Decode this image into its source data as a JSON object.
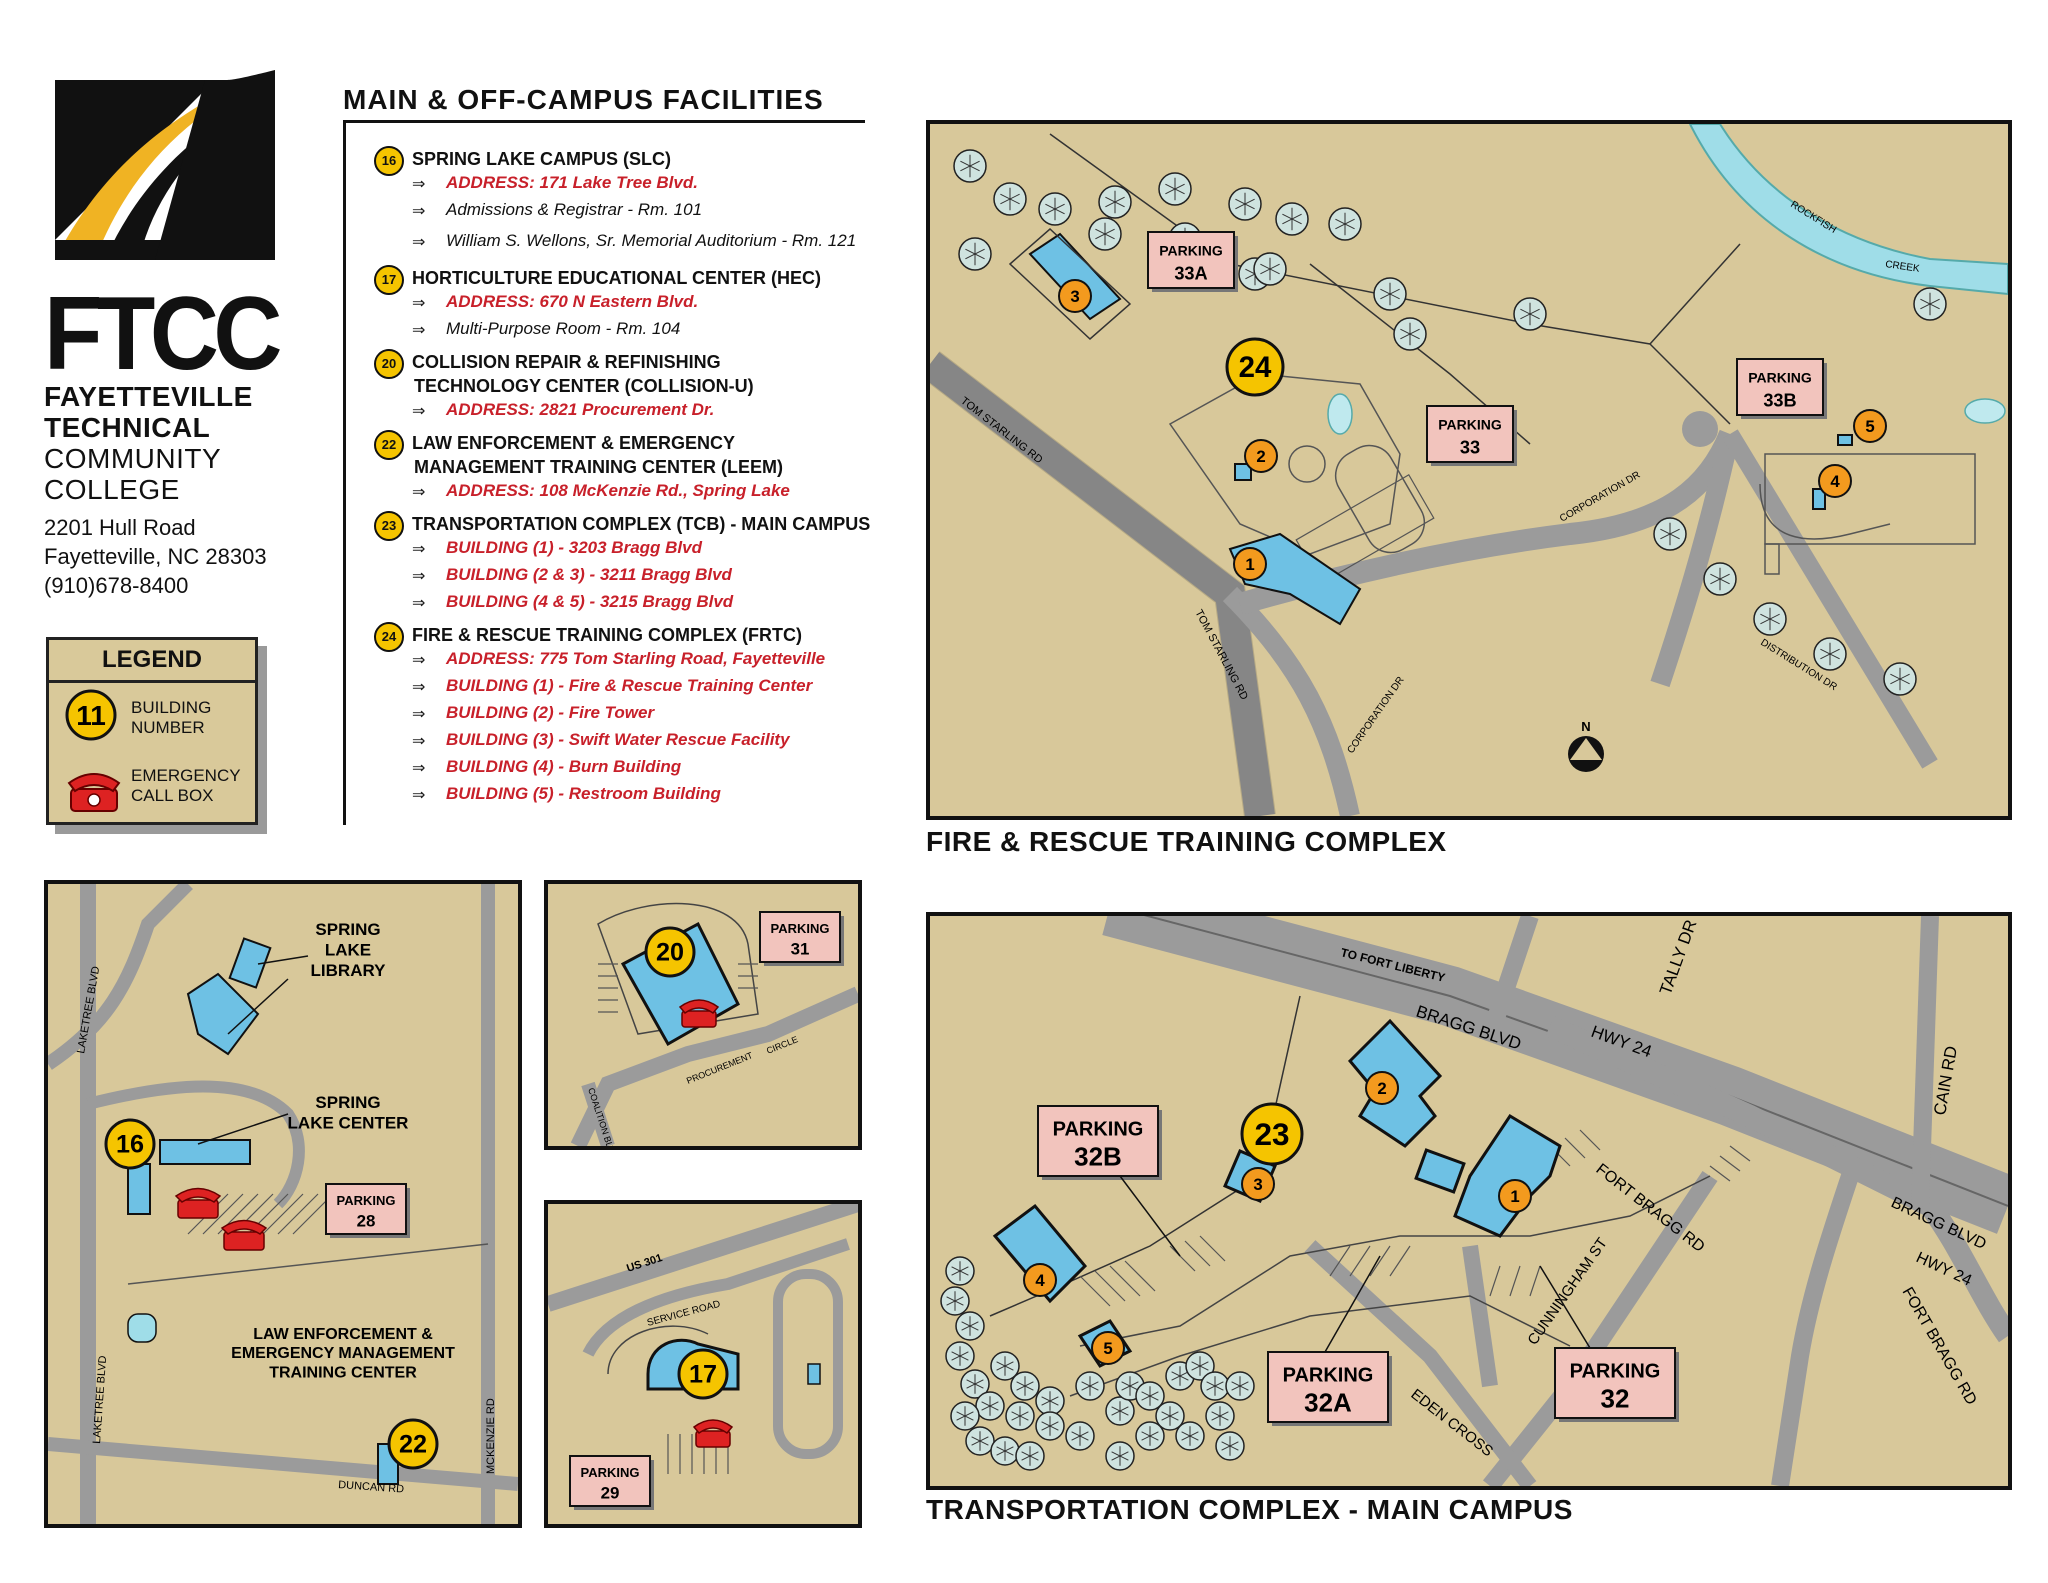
{
  "logo": {
    "abbr": "FTCC",
    "line1": "FAYETTEVILLE",
    "line2": "TECHNICAL",
    "line3": "COMMUNITY",
    "line4": "COLLEGE",
    "address1": "2201 Hull Road",
    "address2": "Fayetteville, NC 28303",
    "phone": "(910)678-8400",
    "colors": {
      "black": "#111111",
      "gold": "#f0b323"
    }
  },
  "legend": {
    "title": "LEGEND",
    "building_badge": "11",
    "building_label_1": "BUILDING",
    "building_label_2": "NUMBER",
    "callbox_label_1": "EMERGENCY",
    "callbox_label_2": "CALL BOX",
    "callbox_icon": "phone-icon"
  },
  "facilities": {
    "title": "MAIN & OFF-CAMPUS FACILITIES",
    "items": [
      {
        "num": "16",
        "name": "SPRING LAKE CAMPUS (SLC)",
        "details": [
          {
            "text": "ADDRESS: 171 Lake Tree Blvd.",
            "style": "red"
          },
          {
            "text": "Admissions & Registrar - Rm. 101",
            "style": "plain"
          },
          {
            "text": "William S. Wellons, Sr. Memorial Auditorium - Rm. 121",
            "style": "plain"
          }
        ]
      },
      {
        "num": "17",
        "name": "HORTICULTURE EDUCATIONAL CENTER (HEC)",
        "details": [
          {
            "text": "ADDRESS: 670 N Eastern Blvd.",
            "style": "red"
          },
          {
            "text": "Multi-Purpose Room - Rm. 104",
            "style": "plain"
          }
        ]
      },
      {
        "num": "20",
        "name": "COLLISION REPAIR & REFINISHING",
        "name2": "TECHNOLOGY CENTER (COLLISION-U)",
        "details": [
          {
            "text": "ADDRESS: 2821 Procurement Dr.",
            "style": "red"
          }
        ]
      },
      {
        "num": "22",
        "name": "LAW ENFORCEMENT & EMERGENCY",
        "name2": "MANAGEMENT TRAINING CENTER (LEEM)",
        "details": [
          {
            "text": "ADDRESS: 108 McKenzie Rd., Spring Lake",
            "style": "red"
          }
        ]
      },
      {
        "num": "23",
        "name": "TRANSPORTATION COMPLEX (TCB) - MAIN CAMPUS",
        "details": [
          {
            "text": "BUILDING (1) - 3203 Bragg Blvd",
            "style": "red"
          },
          {
            "text": "BUILDING (2 & 3) - 3211 Bragg Blvd",
            "style": "red"
          },
          {
            "text": "BUILDING (4 & 5) - 3215 Bragg Blvd",
            "style": "red"
          }
        ]
      },
      {
        "num": "24",
        "name": "FIRE & RESCUE TRAINING COMPLEX (FRTC)",
        "details": [
          {
            "text": "ADDRESS:  775 Tom Starling Road, Fayetteville",
            "style": "red"
          },
          {
            "text": "BUILDING (1) - Fire & Rescue Training Center",
            "style": "red"
          },
          {
            "text": "BUILDING (2) - Fire Tower",
            "style": "red"
          },
          {
            "text": "BUILDING (3) - Swift Water Rescue Facility",
            "style": "red"
          },
          {
            "text": "BUILDING (4) - Burn Building",
            "style": "red"
          },
          {
            "text": "BUILDING (5) - Restroom Building",
            "style": "red"
          }
        ]
      }
    ]
  },
  "maps": {
    "frtc": {
      "caption": "FIRE & RESCUE TRAINING COMPLEX",
      "site_number": "24",
      "buildings": [
        "1",
        "2",
        "3",
        "4",
        "5"
      ],
      "parking": [
        [
          "PARKING",
          "33A"
        ],
        [
          "PARKING",
          "33"
        ],
        [
          "PARKING",
          "33B"
        ]
      ],
      "roads": [
        "TOM STARLING RD",
        "TOM STARLING RD",
        "CORPORATION DR",
        "CORPORATION DR",
        "DISTRIBUTION DR"
      ],
      "water": [
        "ROCKFISH",
        "CREEK"
      ],
      "north": "N"
    },
    "tcb": {
      "caption": "TRANSPORTATION COMPLEX - MAIN CAMPUS",
      "site_number": "23",
      "buildings": [
        "1",
        "2",
        "3",
        "4",
        "5"
      ],
      "parking": [
        [
          "PARKING",
          "32B"
        ],
        [
          "PARKING",
          "32A"
        ],
        [
          "PARKING",
          "32"
        ]
      ],
      "roads": [
        "TO FORT LIBERTY",
        "BRAGG BLVD",
        "HWY 24",
        "TALLY DR",
        "CAIN RD",
        "FORT BRAGG RD",
        "BRAGG BLVD",
        "HWY 24",
        "FORT BRAGG RD",
        "CUNNINGHAM ST",
        "EDEN CROSS"
      ]
    },
    "slc": {
      "site_numbers": [
        "16",
        "22"
      ],
      "labels": {
        "library": [
          "SPRING",
          "LAKE",
          "LIBRARY"
        ],
        "center": [
          "SPRING",
          "LAKE CENTER"
        ],
        "leem": [
          "LAW ENFORCEMENT &",
          "EMERGENCY MANAGEMENT",
          "TRAINING CENTER"
        ]
      },
      "parking": [
        "PARKING",
        "28"
      ],
      "roads": [
        "LAKETREE BLVD",
        "LAKETREE BLVD",
        "MCKENZIE RD",
        "DUNCAN RD"
      ]
    },
    "collision": {
      "site_number": "20",
      "parking": [
        "PARKING",
        "31"
      ],
      "roads": [
        "PROCUREMENT",
        "CIRCLE",
        "COALITION BLVD"
      ]
    },
    "hec": {
      "site_number": "17",
      "parking": [
        "PARKING",
        "29"
      ],
      "roads": [
        "US 301",
        "SERVICE ROAD"
      ]
    }
  },
  "colors": {
    "ground": "#d8c89a",
    "road": "#a0a0a0",
    "building": "#6ec1e4",
    "badge_orange": "#f39a1e",
    "badge_yellow": "#f5c400",
    "parking_sign": "#f2c4bd",
    "red_text": "#c8202a"
  }
}
